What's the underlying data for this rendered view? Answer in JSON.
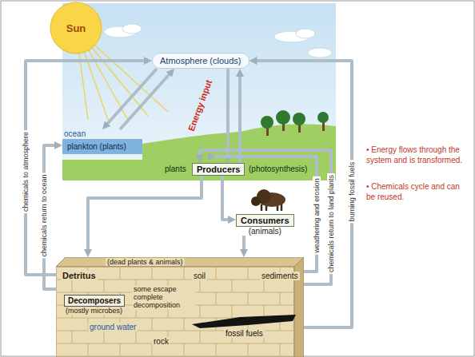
{
  "diagram": {
    "nodes": [
      {
        "text": [
          "Sun"
        ]
      },
      {
        "text": [
          "Atmosphere (clouds)"
        ]
      },
      {
        "text": [
          "ocean",
          "plankton (plants)"
        ]
      },
      {
        "text": [
          "Producers"
        ]
      },
      {
        "text": [
          "Consumers",
          "(animals)"
        ]
      },
      {
        "text": [
          "Detritus",
          "(dead plants & animals)",
          "soil",
          "sediments",
          "ground water",
          "some escape complete decomposition",
          "rock"
        ]
      },
      {
        "text": [
          "Decomposers",
          "(mostly microbes)"
        ],
        "in": 5
      },
      {
        "text": [
          "fossil fuels"
        ],
        "in": 5
      }
    ],
    "edges": [
      {
        "from": 1,
        "to": 2,
        "arrow": "to"
      },
      {
        "from": 2,
        "to": 1,
        "arrow": "to"
      },
      {
        "from": 1,
        "to": 3,
        "arrow": "to"
      },
      {
        "from": 3,
        "to": 1,
        "arrow": "to"
      },
      {
        "from": 3,
        "to": 4,
        "arrow": "to"
      },
      {
        "from": 3,
        "to": 5,
        "arrow": "to"
      },
      {
        "from": 4,
        "to": 5,
        "arrow": "to"
      },
      {
        "from": 5,
        "to": 1,
        "label": "chemicals to atmosphere",
        "arrow": "to"
      },
      {
        "from": 5,
        "to": 2,
        "label": "chemicals return to ocean",
        "arrow": "to"
      },
      {
        "from": 5,
        "to": 3,
        "label": "weathering and erosion",
        "arrow": "to"
      },
      {
        "from": 5,
        "to": 3,
        "label": "chemicals return to land plants",
        "arrow": "to"
      },
      {
        "from": 7,
        "to": 1,
        "label": "burning fossil fuels",
        "arrow": "to"
      }
    ],
    "labels": [
      "Energy input",
      "plants",
      "(photosynthesis)",
      "• Energy flows through the system and is transformed.",
      "• Chemicals cycle and can be reused."
    ]
  }
}
